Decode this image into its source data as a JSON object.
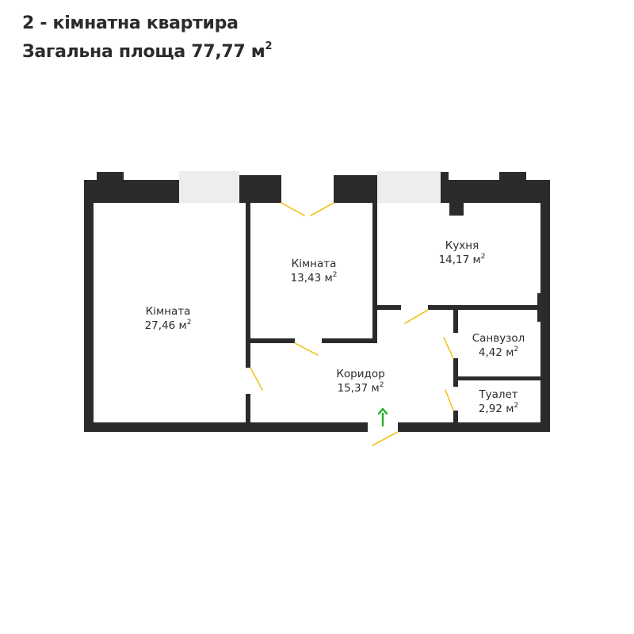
{
  "header": {
    "title": "2 - кімнатна квартира",
    "area_label": "Загальна площа 77,77 м",
    "area_sup": "2"
  },
  "rooms": [
    {
      "name": "Кімната",
      "area": "27,46 м",
      "sup": "2"
    },
    {
      "name": "Кімната",
      "area": "13,43 м",
      "sup": "2"
    },
    {
      "name": "Кухня",
      "area": "14,17 м",
      "sup": "2"
    },
    {
      "name": "Санвузол",
      "area": "4,42 м",
      "sup": "2"
    },
    {
      "name": "Коридор",
      "area": "15,37 м",
      "sup": "2"
    },
    {
      "name": "Туалет",
      "area": "2,92 м",
      "sup": "2"
    }
  ],
  "colors": {
    "wall": "#2b2b2b",
    "window": "#ededed",
    "door": "#f2c31b",
    "entrance_arrow": "#22b022",
    "text": "#2b2b2b"
  },
  "icons": {
    "entrance": "arrow-up-icon"
  }
}
